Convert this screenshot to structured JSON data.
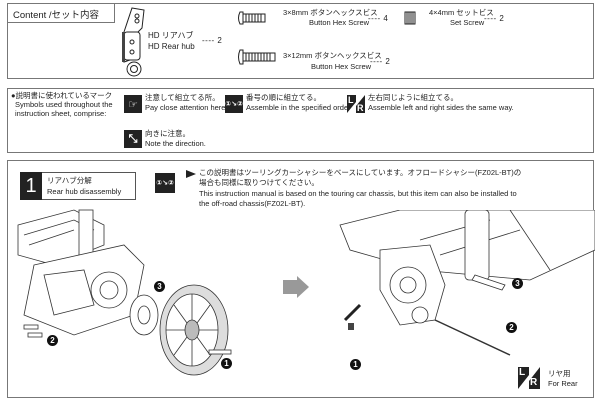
{
  "contents": {
    "title": "Content /セット内容",
    "items": [
      {
        "name_ja": "HD リアハブ",
        "name_en": "HD Rear hub",
        "qty": "---- 2"
      },
      {
        "name_ja": "3×8mm ボタンヘックスビス",
        "name_en": "Button Hex Screw",
        "qty": "---- 4"
      },
      {
        "name_ja": "4×4mm セットビス",
        "name_en": "Set Screw",
        "qty": "---- 2"
      },
      {
        "name_ja": "3×12mm ボタンヘックスビス",
        "name_en": "Button Hex Screw",
        "qty": "---- 2"
      }
    ]
  },
  "symbols": {
    "intro_ja": "●説明書に使われているマーク",
    "intro_en_1": "Symbols used throughout the",
    "intro_en_2": "instruction sheet, comprise:",
    "items": [
      {
        "ja": "注意して組立てる所。",
        "en": "Pay close attention here!",
        "icon": "pointing-hand-icon"
      },
      {
        "ja": "番号の順に組立てる。",
        "en": "Assemble in the specified order.",
        "icon": "order-icon"
      },
      {
        "ja": "左右同じように組立てる。",
        "en": "Assemble left and right sides the same way.",
        "icon": "left-right-icon"
      },
      {
        "ja": "向きに注意。",
        "en": "Note the direction.",
        "icon": "direction-icon"
      }
    ],
    "lr_label_l": "L",
    "lr_label_r": "R"
  },
  "step": {
    "number": "1",
    "title_ja": "リアハブ分解",
    "title_en": "Rear hub disassembly",
    "note_ja_1": "この説明書はツーリングカーシャシーをベースにしています。オフロードシャシー(FZ02L-BT)の",
    "note_ja_2": "場合も同様に取りつけてください。",
    "note_en_1": "This instruction manual is based on the touring car chassis, but this item can also be installed to",
    "note_en_2": "the off-road chassis(FZ02L-BT).",
    "callouts_left": [
      "3",
      "2",
      "1"
    ],
    "callouts_right": [
      "3",
      "2",
      "1"
    ],
    "rear_ja": "リヤ用",
    "rear_en": "For Rear"
  }
}
